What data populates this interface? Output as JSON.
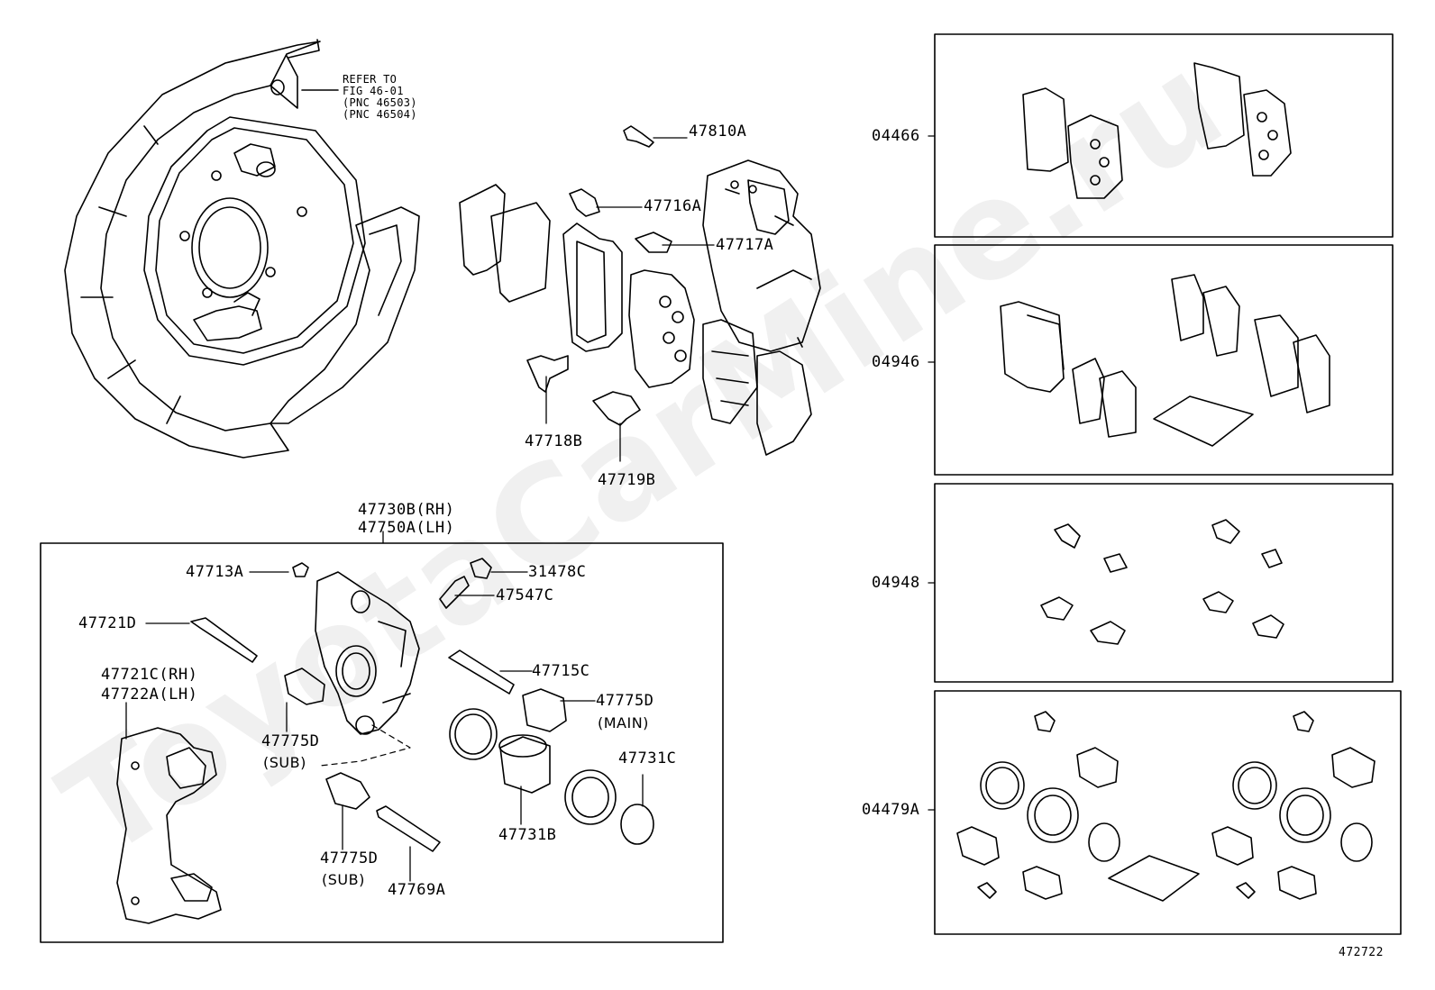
{
  "watermark": "ToyotaCarMine.ru",
  "figure_number": "472722",
  "refer": {
    "line1": "REFER TO",
    "line2": "FIG 46-01",
    "line3": "(PNC 46503)",
    "line4": "(PNC 46504)"
  },
  "parts": {
    "p47810A": "47810A",
    "p47716A": "47716A",
    "p47717A": "47717A",
    "p47718B": "47718B",
    "p47719B": "47719B",
    "p47730B": "47730B(RH)",
    "p47750A": "47750A(LH)",
    "p47713A": "47713A",
    "p31478C": "31478C",
    "p47547C": "47547C",
    "p47721D": "47721D",
    "p47715C": "47715C",
    "p47721C": "47721C(RH)",
    "p47722A": "47722A(LH)",
    "p47775D_main": "47775D",
    "main_note": "(MAIN)",
    "p47775D_sub1": "47775D",
    "sub_note1": "(SUB)",
    "p47731C": "47731C",
    "p47731B": "47731B",
    "p47775D_sub2": "47775D",
    "sub_note2": "(SUB)",
    "p47769A": "47769A"
  },
  "kits": {
    "k04466": "04466",
    "k04946": "04946",
    "k04948": "04948",
    "k04479A": "04479A"
  }
}
